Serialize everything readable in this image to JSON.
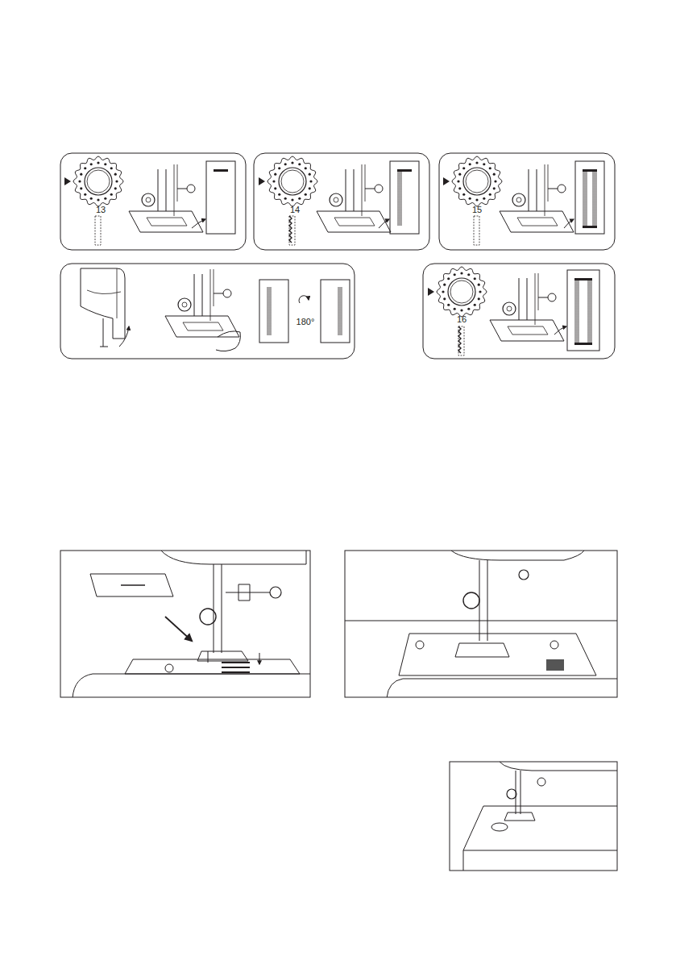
{
  "diagram": {
    "labels": [
      "13",
      "14",
      "15",
      "16",
      "180°"
    ]
  }
}
